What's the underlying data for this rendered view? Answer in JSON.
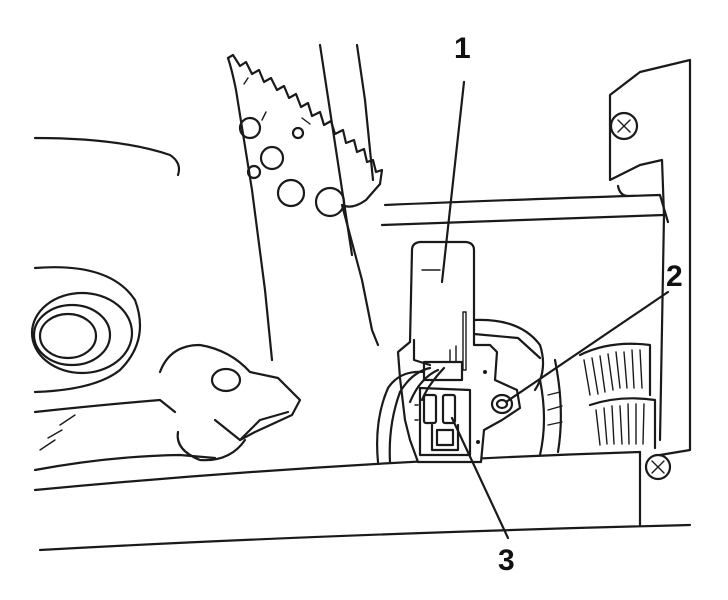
{
  "callouts": [
    {
      "id": "1",
      "label": "1"
    },
    {
      "id": "2",
      "label": "2"
    },
    {
      "id": "3",
      "label": "3"
    }
  ],
  "colors": {
    "ink": "#1a1a1a",
    "background": "#ffffff"
  }
}
